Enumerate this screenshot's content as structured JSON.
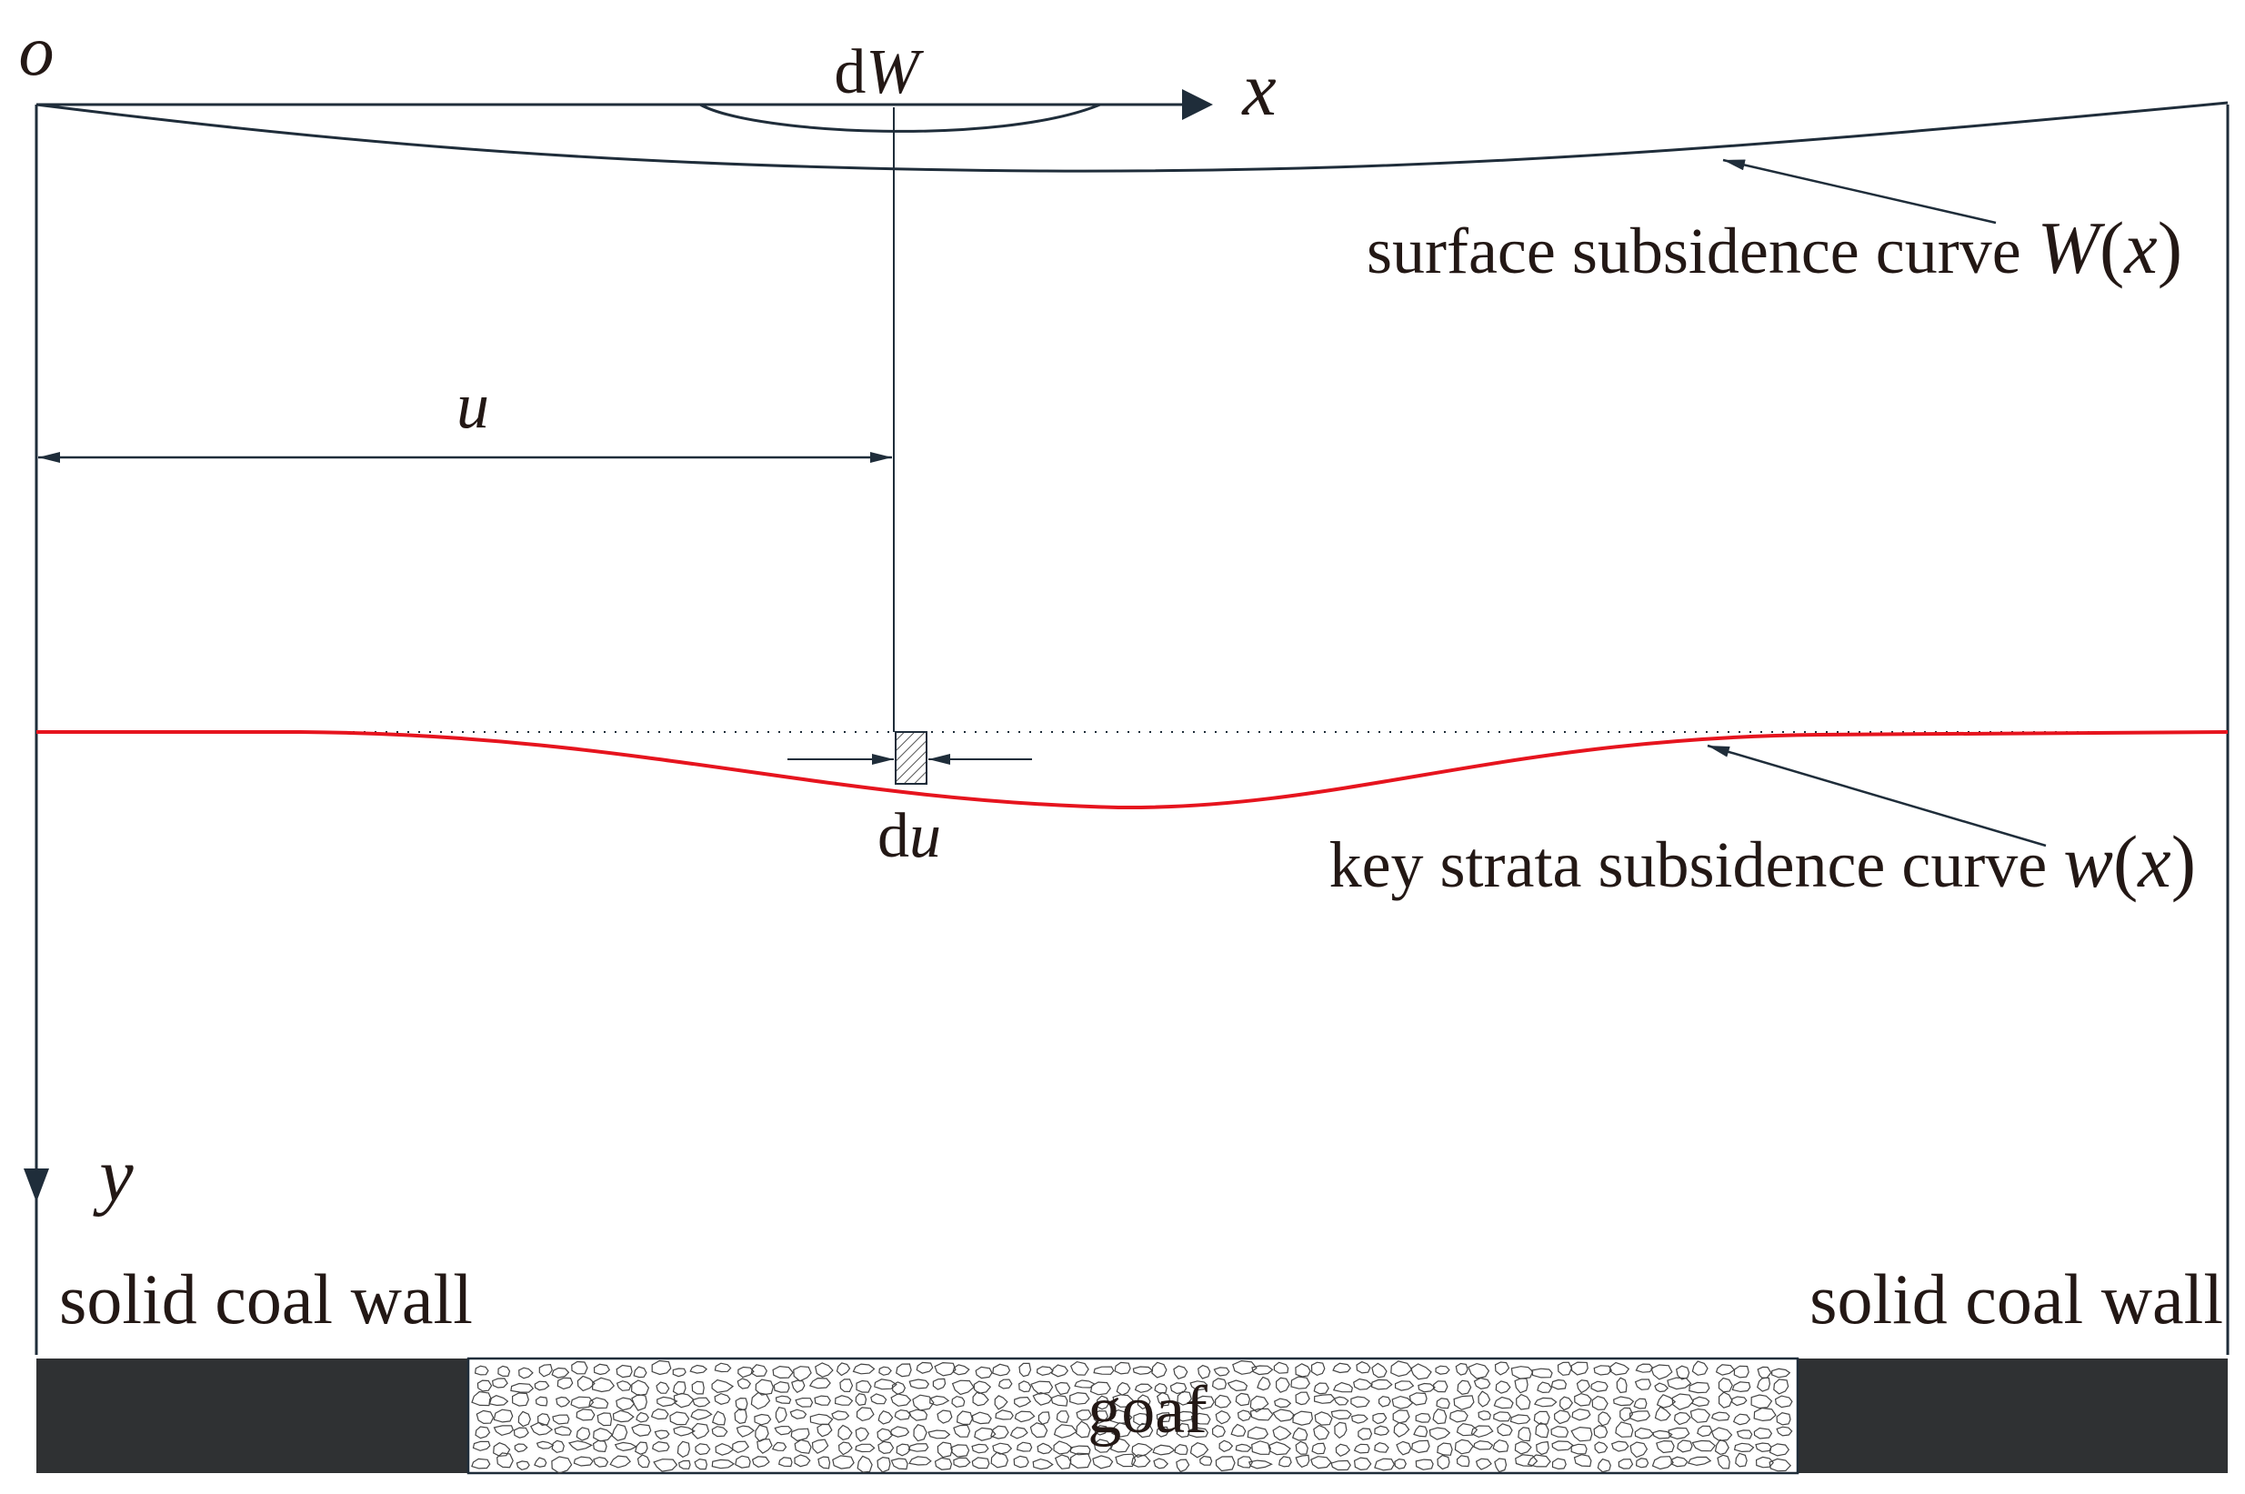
{
  "labels": {
    "origin": "o",
    "x_axis": "x",
    "y_axis": "y",
    "dW": {
      "d": "d",
      "var": "W"
    },
    "u": "u",
    "du": {
      "d": "d",
      "var": "u"
    },
    "surface_curve": {
      "text": "surface subsidence curve",
      "fn": "W",
      "arg_open": "(",
      "arg": "x",
      "arg_close": ")"
    },
    "key_curve": {
      "text": "key strata subsidence curve",
      "fn": "w",
      "arg_open": "(",
      "arg": "x",
      "arg_close": ")"
    },
    "left_wall": "solid coal wall",
    "right_wall": "solid coal wall",
    "goaf": "goaf"
  },
  "colors": {
    "line": "#1f2d3a",
    "key_curve": "#e6141e",
    "coal": "#2f3133",
    "text": "#231815"
  }
}
